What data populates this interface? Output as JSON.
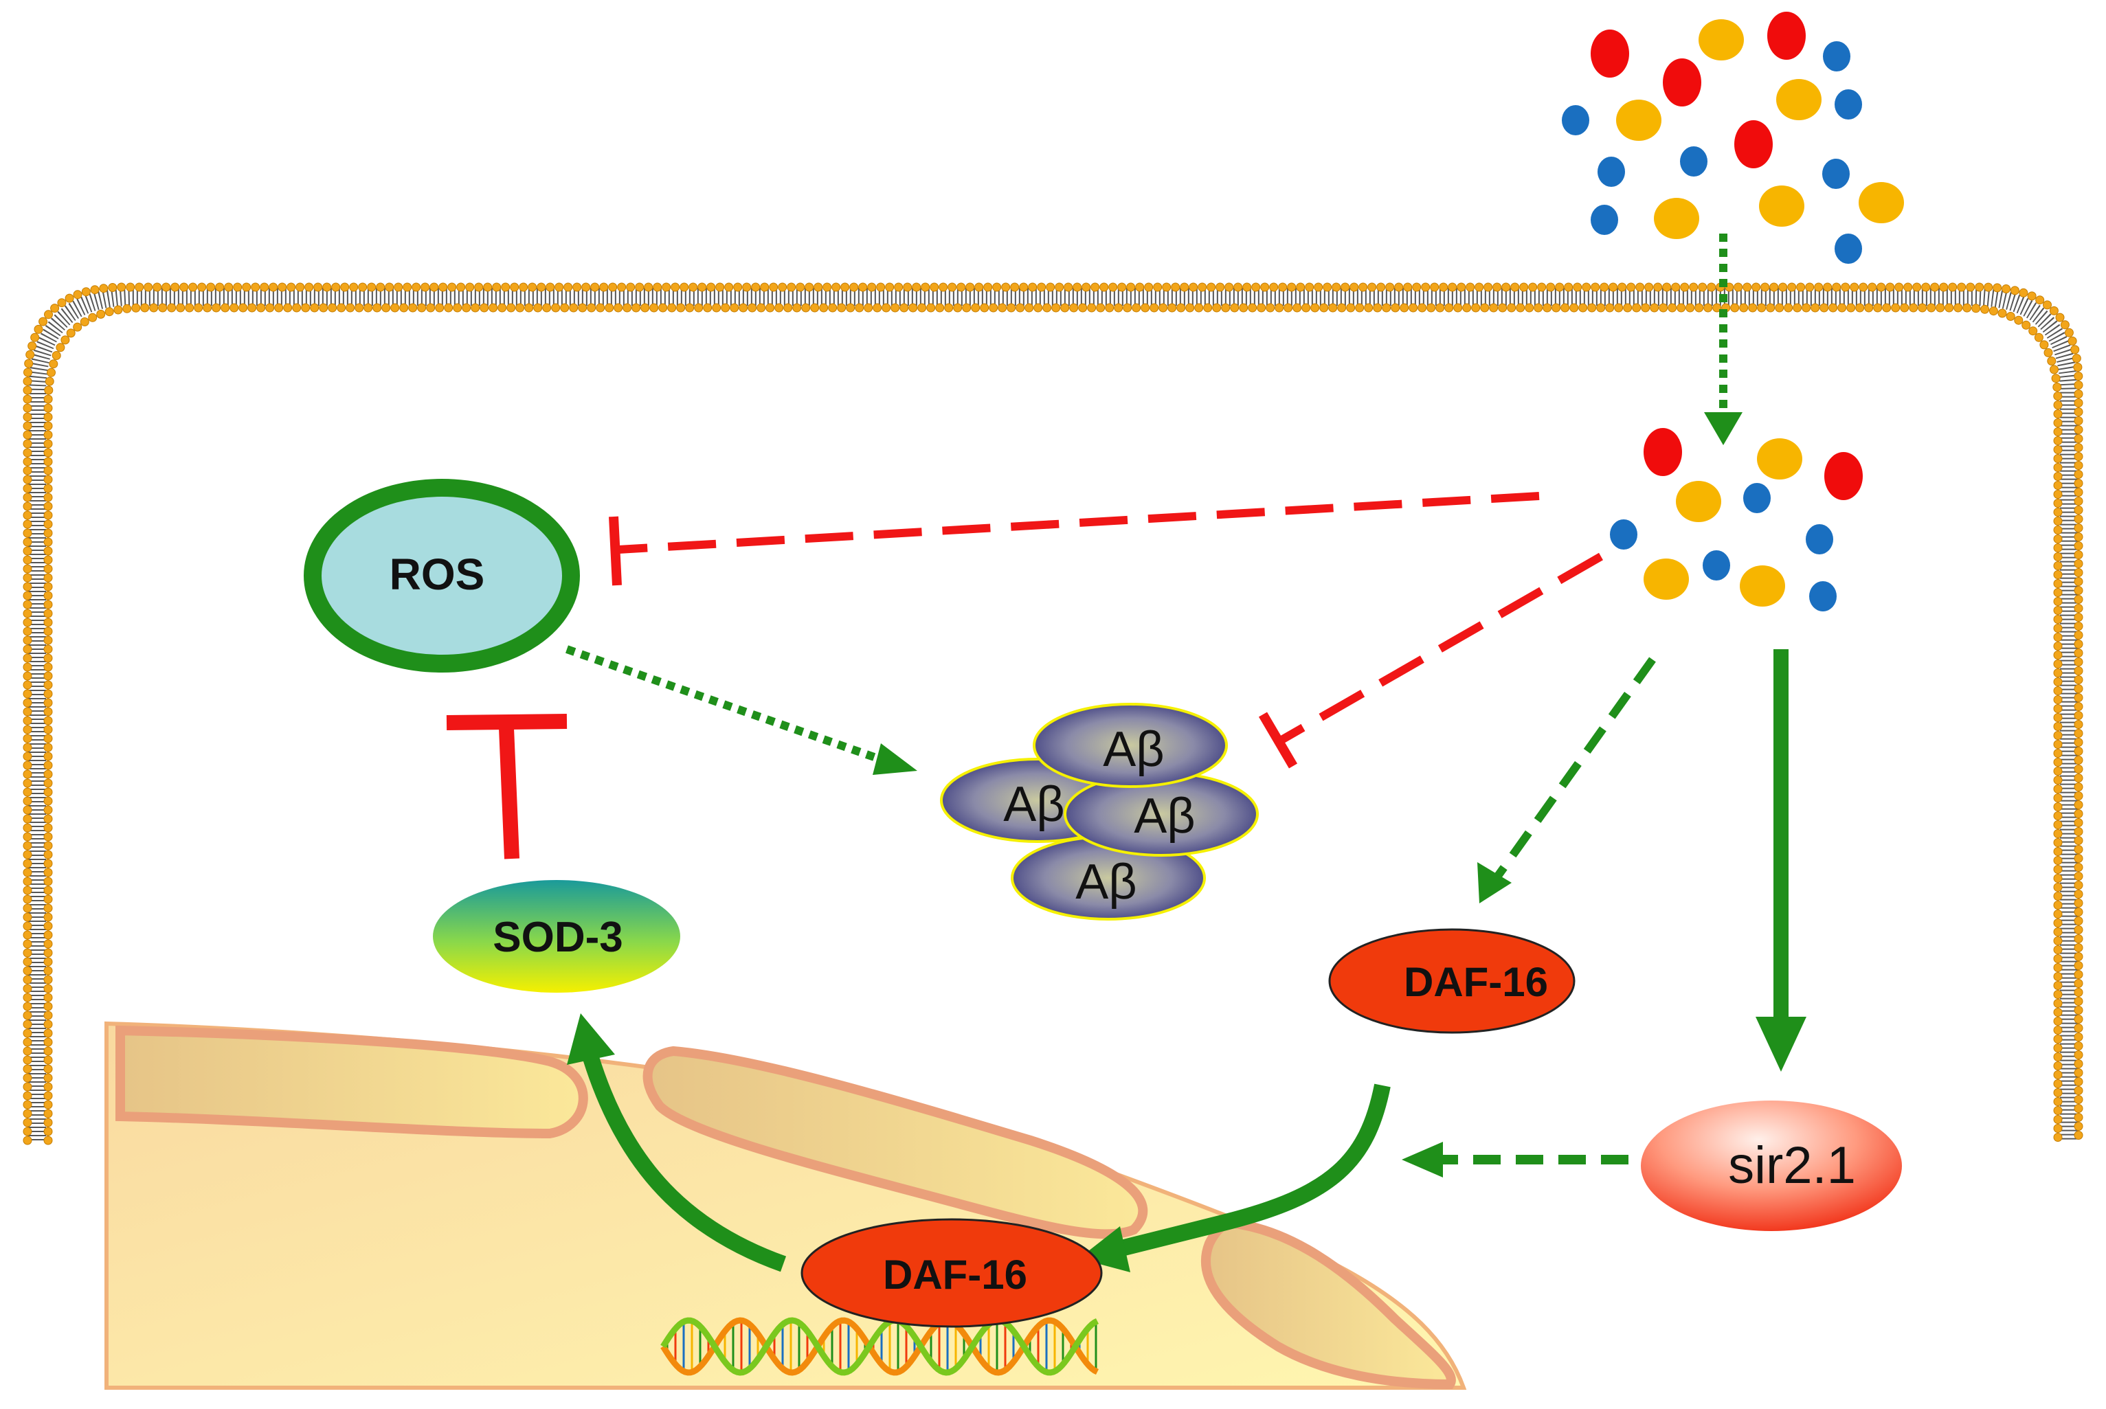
{
  "labels": {
    "ros": "ROS",
    "abeta": [
      "Aβ",
      "Aβ",
      "Aβ",
      "Aβ"
    ],
    "sod3": "SOD-3",
    "daf16_cytoplasm": "DAF-16",
    "daf16_nucleus": "DAF-16",
    "sir21": "sir2.1"
  },
  "colors": {
    "membrane_head": "#f2a51a",
    "membrane_tail": "#555555",
    "activation_arrow": "#1f8f1a",
    "inhibition": "#f01616",
    "ros_fill": "#a8dcdf",
    "ros_ring": "#1f8f1a",
    "abeta_fill": "#3d3d80",
    "daf16_fill": "#f03a0c",
    "sir21_fill": "#ff7a5c",
    "nucleus_fill": "#fbe3a6",
    "dot_red": "#f00c0c",
    "dot_yellow": "#f7b500",
    "dot_blue": "#1a6fc0"
  },
  "icons": {
    "extracellular_compounds": "compound-dots-icon",
    "intracellular_compounds": "compound-dots-icon",
    "dna": "dna-helix-icon",
    "membrane": "lipid-bilayer"
  }
}
